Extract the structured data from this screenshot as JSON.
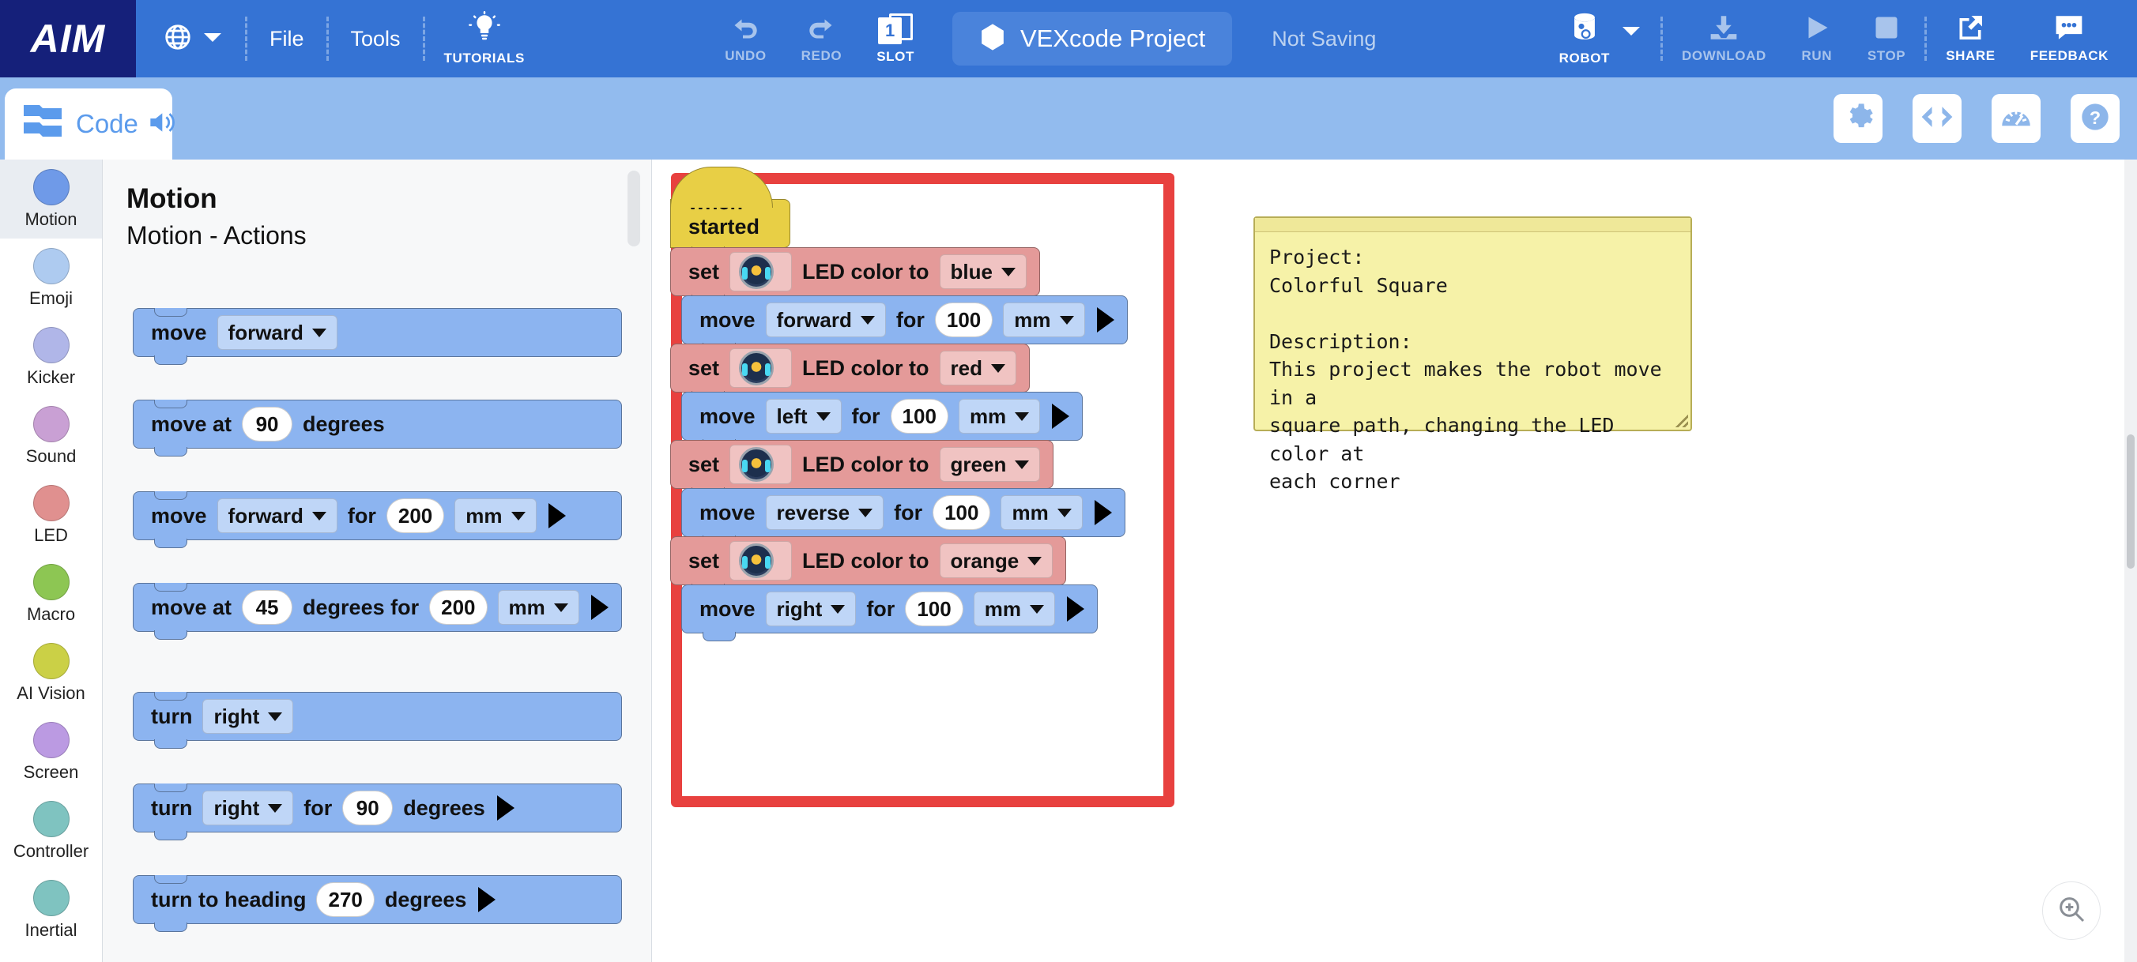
{
  "app": {
    "brand": "AIM"
  },
  "topbar": {
    "globe_icon": "globe-icon",
    "file_label": "File",
    "tools_label": "Tools",
    "tutorials_label": "TUTORIALS",
    "undo_label": "UNDO",
    "redo_label": "REDO",
    "slot_label": "SLOT",
    "slot_number": "1",
    "project_name": "VEXcode Project",
    "saving_status": "Not Saving",
    "robot_label": "ROBOT",
    "download_label": "DOWNLOAD",
    "run_label": "RUN",
    "stop_label": "STOP",
    "share_label": "SHARE",
    "feedback_label": "FEEDBACK"
  },
  "tabrow": {
    "code_tab_label": "Code",
    "icons": [
      "gear-icon",
      "code-brackets-icon",
      "dashboard-icon",
      "help-icon"
    ]
  },
  "sidebar": {
    "items": [
      {
        "label": "Motion",
        "color": "#6f9ae8",
        "active": true
      },
      {
        "label": "Emoji",
        "color": "#aecbf0",
        "active": false
      },
      {
        "label": "Kicker",
        "color": "#b0b6e8",
        "active": false
      },
      {
        "label": "Sound",
        "color": "#c9a0d4",
        "active": false
      },
      {
        "label": "LED",
        "color": "#e0908f",
        "active": false
      },
      {
        "label": "Macro",
        "color": "#8dc653",
        "active": false
      },
      {
        "label": "AI Vision",
        "color": "#cbd046",
        "active": false
      },
      {
        "label": "Screen",
        "color": "#bb9ae2",
        "active": false
      },
      {
        "label": "Controller",
        "color": "#7fc3c0",
        "active": false
      },
      {
        "label": "Inertial",
        "color": "#7fc3c0",
        "active": false
      }
    ]
  },
  "palette": {
    "title": "Motion",
    "subtitle": "Motion - Actions",
    "blocks": [
      {
        "id": "move-dir",
        "parts": [
          "move",
          "forward"
        ]
      },
      {
        "id": "move-at-deg",
        "parts": [
          "move at",
          "90",
          "degrees"
        ]
      },
      {
        "id": "move-dir-for",
        "parts": [
          "move",
          "forward",
          "for",
          "200",
          "mm"
        ]
      },
      {
        "id": "move-at-deg-for",
        "parts": [
          "move at",
          "45",
          "degrees for",
          "200",
          "mm"
        ]
      },
      {
        "id": "turn-dir",
        "parts": [
          "turn",
          "right"
        ]
      },
      {
        "id": "turn-dir-for-deg",
        "parts": [
          "turn",
          "right",
          "for",
          "90",
          "degrees"
        ]
      },
      {
        "id": "turn-to-heading",
        "parts": [
          "turn to heading",
          "270",
          "degrees"
        ]
      }
    ],
    "labels": {
      "move": "move",
      "move_at": "move at",
      "degrees": "degrees",
      "degrees_for": "degrees for",
      "for": "for",
      "turn": "turn",
      "turn_to_heading": "turn to heading",
      "forward": "forward",
      "right": "right",
      "mm": "mm",
      "n90": "90",
      "n45": "45",
      "n200": "200",
      "n270": "270"
    }
  },
  "workspace": {
    "script": {
      "hat": "when started",
      "rows": [
        {
          "type": "led",
          "set": "set",
          "mid": "LED color to",
          "value": "blue"
        },
        {
          "type": "motion",
          "move": "move",
          "dir": "forward",
          "for": "for",
          "num": "100",
          "unit": "mm"
        },
        {
          "type": "led",
          "set": "set",
          "mid": "LED color to",
          "value": "red"
        },
        {
          "type": "motion",
          "move": "move",
          "dir": "left",
          "for": "for",
          "num": "100",
          "unit": "mm"
        },
        {
          "type": "led",
          "set": "set",
          "mid": "LED color to",
          "value": "green"
        },
        {
          "type": "motion",
          "move": "move",
          "dir": "reverse",
          "for": "for",
          "num": "100",
          "unit": "mm"
        },
        {
          "type": "led",
          "set": "set",
          "mid": "LED color to",
          "value": "orange"
        },
        {
          "type": "motion",
          "move": "move",
          "dir": "right",
          "for": "for",
          "num": "100",
          "unit": "mm"
        }
      ]
    },
    "comment": "Project:\nColorful Square\n\nDescription:\nThis project makes the robot move in a\nsquare path, changing the LED color at\neach corner",
    "zoom_icon": "zoom-in-icon",
    "selection_color": "#e8413f"
  }
}
